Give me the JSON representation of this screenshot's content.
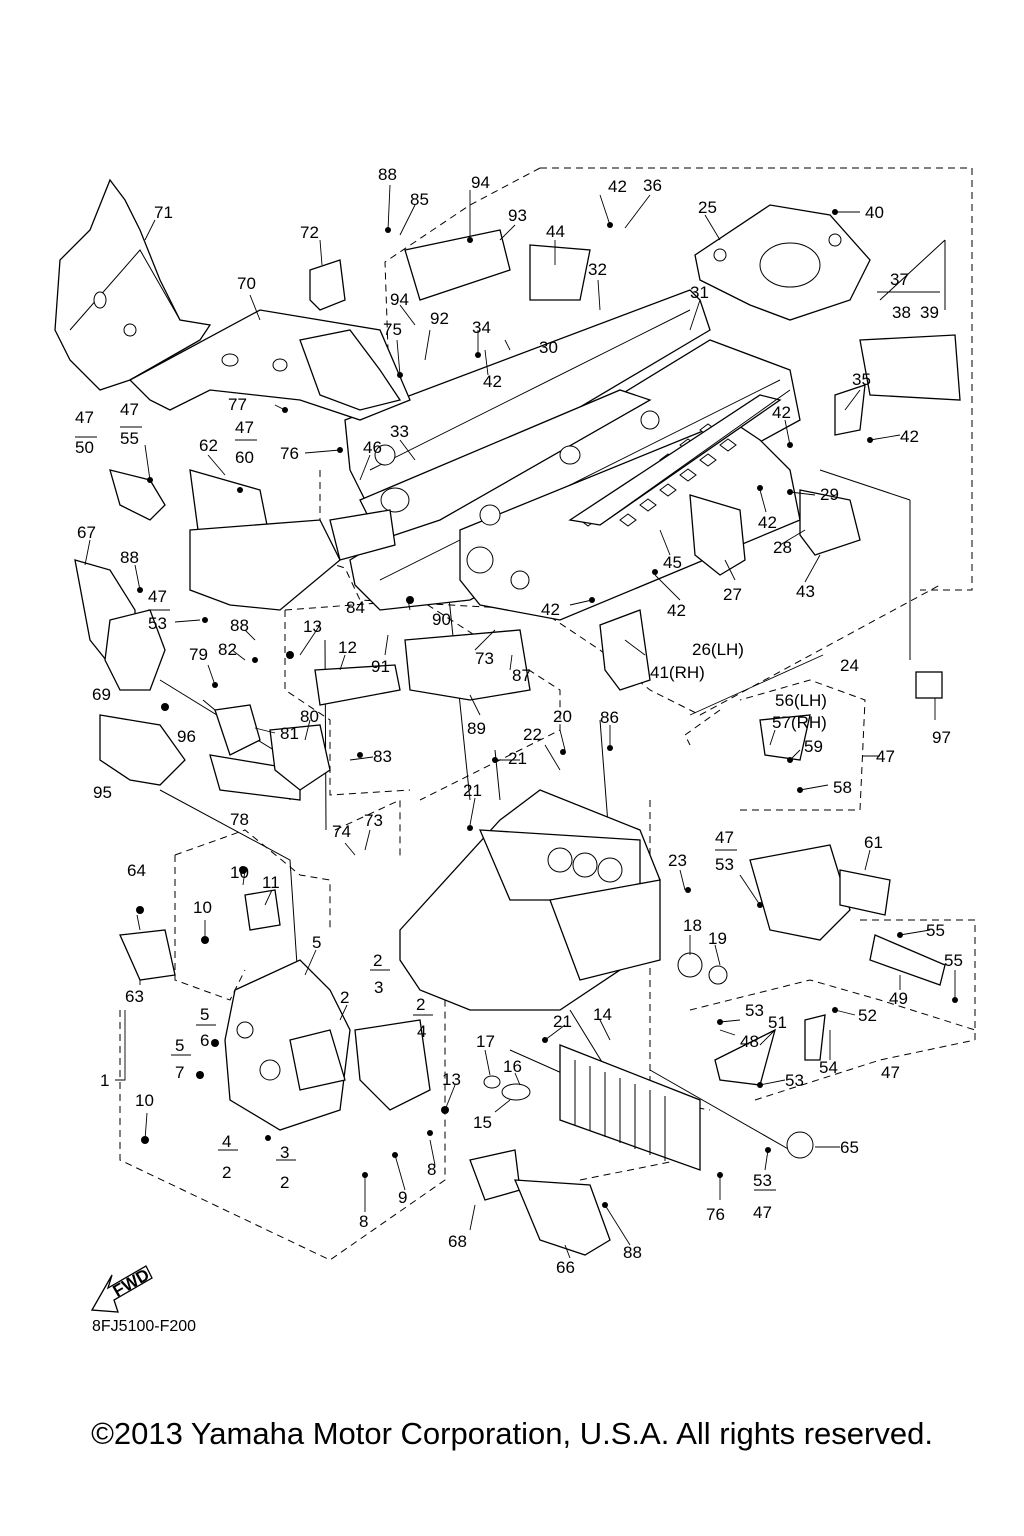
{
  "diagram_code": "8FJ5100-F200",
  "copyright": "©2013 Yamaha Motor Corporation, U.S.A. All rights reserved.",
  "fwd_label": "FWD",
  "callouts": [
    "1",
    "2",
    "3",
    "4",
    "5",
    "6",
    "7",
    "8",
    "9",
    "10",
    "11",
    "12",
    "13",
    "14",
    "15",
    "16",
    "17",
    "18",
    "19",
    "20",
    "21",
    "22",
    "23",
    "24",
    "25",
    "26(LH)",
    "27",
    "28",
    "29",
    "30",
    "31",
    "32",
    "33",
    "34",
    "35",
    "36",
    "37",
    "38",
    "39",
    "40",
    "41(RH)",
    "42",
    "43",
    "44",
    "45",
    "46",
    "47",
    "48",
    "49",
    "50",
    "51",
    "52",
    "53",
    "54",
    "55",
    "56(LH)",
    "57(RH)",
    "58",
    "59",
    "60",
    "61",
    "62",
    "63",
    "64",
    "65",
    "66",
    "67",
    "68",
    "69",
    "70",
    "71",
    "72",
    "73",
    "74",
    "75",
    "76",
    "77",
    "78",
    "79",
    "80",
    "81",
    "82",
    "83",
    "84",
    "85",
    "86",
    "87",
    "88",
    "89",
    "90",
    "91",
    "92",
    "93",
    "94",
    "95",
    "96",
    "97"
  ]
}
